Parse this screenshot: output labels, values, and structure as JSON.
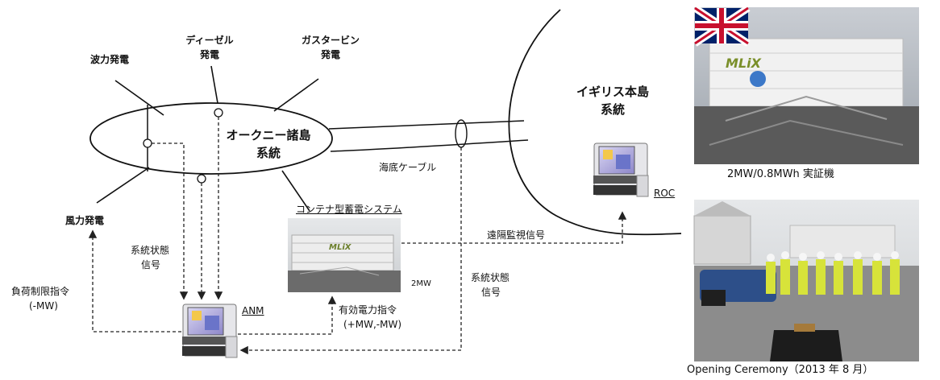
{
  "sources": {
    "wave": "波力発電",
    "diesel_1": "ディーゼル",
    "diesel_2": "発電",
    "gasturbine_1": "ガスタービン",
    "gasturbine_2": "発電",
    "wind": "風力発電"
  },
  "orkney": {
    "line1": "オークニー諸島",
    "line2": "系統"
  },
  "mainland": {
    "line1": "イギリス本島",
    "line2": "系統"
  },
  "cable": "海底ケーブル",
  "container": {
    "title": "コンテナ型蓄電システム",
    "rating": "2MW"
  },
  "signals": {
    "remote_monitoring": "遠隔監視信号",
    "grid_state_left_1": "系統状態",
    "grid_state_left_2": "信号",
    "grid_state_right_1": "系統状態",
    "grid_state_right_2": "信号",
    "load_limit_1": "負荷制限指令",
    "load_limit_2": "(-MW)",
    "active_power_1": "有効電力指令",
    "active_power_2": "(+MW,-MW)"
  },
  "nodes": {
    "anm": "ANM",
    "roc": "ROC"
  },
  "photos": {
    "demo_caption": "2MW/0.8MWh 実証機",
    "ceremony_caption": "Opening Ceremony（2013 年 8 月）",
    "container_logo": "MLiX"
  },
  "colors": {
    "line": "#111111",
    "dashed": "#333333",
    "flag_blue": "#012169",
    "flag_red": "#C8102E"
  }
}
